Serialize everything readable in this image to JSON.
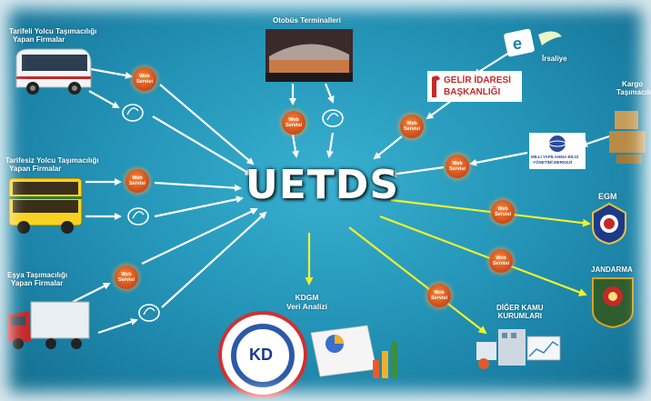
{
  "center_label": "UETDS",
  "service_badge": {
    "line1": "Web",
    "line2": "Servisi"
  },
  "labels": {
    "terminal": "Otobüs Terminalleri",
    "tarifeli_1": "Tarifeli Yolcu Taşımacılığı",
    "tarifeli_2": "Yapan Firmalar",
    "tarifesiz_1": "Tarifesiz Yolcu Taşımacılığı",
    "tarifesiz_2": "Yapan Firmalar",
    "esya_1": "Eşya Taşımacılığı",
    "esya_2": "Yapan Firmalar",
    "irsaliye": "İrsaliye",
    "gib_1": "GELİR İDARESİ",
    "gib_2": "BAŞKANLIĞI",
    "kargo_1": "Kargo",
    "kargo_2": "Taşımacılığı",
    "yok_1": "MİLLİ YAPILANMA BİLGİ",
    "yok_2": "YÖNETİMİ MERKEZİ",
    "egm": "EGM",
    "jandarma": "JANDARMA",
    "diger_1": "DİĞER KAMU",
    "diger_2": "KURUMLARI",
    "kdgm_1": "KDGM",
    "kdgm_2": "Veri Analizi",
    "kd": "KD"
  },
  "colors": {
    "background": "#2495b8",
    "inbound_arrow": "#ffffff",
    "outbound_arrow": "#f2f22a",
    "service_badge": "#d5501a"
  }
}
